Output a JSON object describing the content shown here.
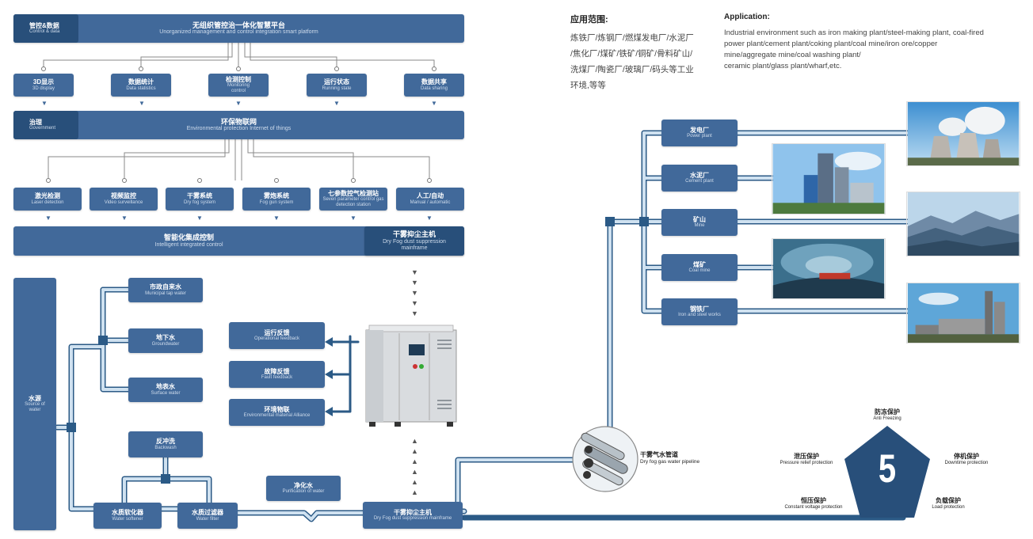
{
  "top": {
    "control_tag": {
      "zh": "管控&数据",
      "en": "Control & data"
    },
    "platform": {
      "zh": "无组织管控治一体化智慧平台",
      "en": "Unorganized management and control integration smart platform"
    },
    "modules": [
      {
        "zh": "3D显示",
        "en": "3D display"
      },
      {
        "zh": "数据统计",
        "en": "Data statistics"
      },
      {
        "zh": "检测控制",
        "en": "Monitoring control"
      },
      {
        "zh": "运行状态",
        "en": "Running state"
      },
      {
        "zh": "数据共享",
        "en": "Data sharing"
      }
    ],
    "gov_tag": {
      "zh": "治理",
      "en": "Government"
    },
    "iot": {
      "zh": "环保物联网",
      "en": "Environmental  protection Internet of things"
    },
    "subsystems": [
      {
        "zh": "激光检测",
        "en": "Laser detection"
      },
      {
        "zh": "视频监控",
        "en": "Video surveillance"
      },
      {
        "zh": "干雾系统",
        "en": "Dry fog system"
      },
      {
        "zh": "雾炮系统",
        "en": "Fog gun system"
      },
      {
        "zh": "七参数控气检测站",
        "en": "Seven parameter control gas detection station"
      },
      {
        "zh": "人工/自动",
        "en": "Manual / automatic"
      }
    ],
    "intelligent": {
      "zh": "智能化集成控制",
      "en": "Intelligent integrated control"
    },
    "host": {
      "zh": "干雾抑尘主机",
      "en": "Dry Fog dust suppression mainframe"
    }
  },
  "water": {
    "source": {
      "zh": "水源",
      "en": "Source of water"
    },
    "sources": [
      {
        "zh": "市政自来水",
        "en": "Municipal tap water"
      },
      {
        "zh": "地下水",
        "en": "Groundwater"
      },
      {
        "zh": "地表水",
        "en": "Surface water"
      }
    ],
    "backwash": {
      "zh": "反冲洗",
      "en": "Backwash"
    },
    "softener": {
      "zh": "水质软化器",
      "en": "Water softener"
    },
    "filter": {
      "zh": "水质过滤器",
      "en": "Water filter"
    },
    "purified": {
      "zh": "净化水",
      "en": "Purification of water"
    },
    "mainframe": {
      "zh": "干雾抑尘主机",
      "en": "Dry Fog dust suppression mainframe"
    },
    "feedback": [
      {
        "zh": "运行反馈",
        "en": "Operational feedback"
      },
      {
        "zh": "故障反馈",
        "en": "Fault feedback"
      },
      {
        "zh": "环境物联",
        "en": "Environmental material Alliance"
      }
    ],
    "pipeline": {
      "zh": "干雾气水管道",
      "en": "Dry fog gas water pipeline"
    }
  },
  "application": {
    "zh_title": "应用范围:",
    "zh_lines": [
      "炼铁厂/炼钢厂/燃煤发电厂/水泥厂",
      "/焦化厂/煤矿/铁矿/铜矿/骨料矿山/",
      "洗煤厂/陶瓷厂/玻璃厂/码头等工业",
      "环境,等等"
    ],
    "en_title": "Application:",
    "en_lines": [
      "Industrial environment such as iron making plant/steel-making plant, coal-fired",
      "power plant/cement plant/coking plant/coal mine/iron ore/copper",
      "mine/aggregate mine/coal washing plant/",
      "ceramic plant/glass plant/wharf,etc."
    ]
  },
  "plants": [
    {
      "zh": "发电厂",
      "en": "Power plant"
    },
    {
      "zh": "水泥厂",
      "en": "Cement plant"
    },
    {
      "zh": "矿山",
      "en": "Mine"
    },
    {
      "zh": "煤矿",
      "en": "Coal mine"
    },
    {
      "zh": "钢铁厂",
      "en": "Iron and steel works"
    }
  ],
  "protection": {
    "number": "5",
    "items": [
      {
        "zh": "防冻保护",
        "en": "Anti Freezing"
      },
      {
        "zh": "泄压保护",
        "en": "Pressure relief protection"
      },
      {
        "zh": "停机保护",
        "en": "Downtime protection"
      },
      {
        "zh": "恒压保护",
        "en": "Constant voltage protection"
      },
      {
        "zh": "负载保护",
        "en": "Load protection"
      }
    ]
  },
  "colors": {
    "box": "#41699a",
    "tag": "#284f7a",
    "pipe": "#cfe1f0",
    "pipe_dark": "#2b5a86"
  }
}
